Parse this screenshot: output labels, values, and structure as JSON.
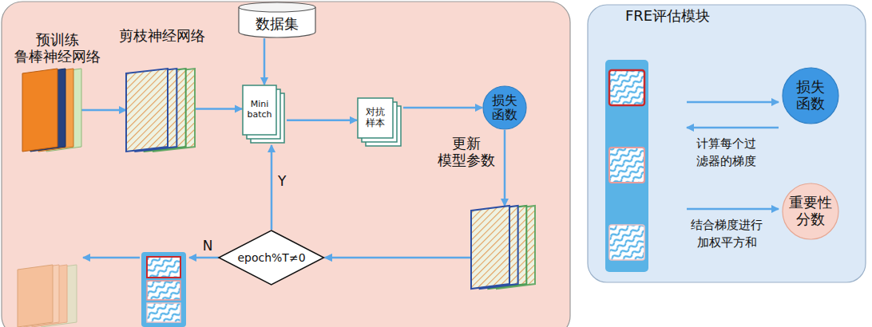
{
  "diagram": {
    "nodes": [
      {
        "text": [
          "预训练 鲁棒神经网络"
        ]
      },
      {
        "text": [
          "剪枝神经网络"
        ]
      },
      {
        "text": [
          "数据集"
        ]
      },
      {
        "text": [
          "Mini batch"
        ]
      },
      {
        "text": [
          "对抗样本"
        ]
      },
      {
        "text": [
          "损失函数"
        ]
      },
      {
        "text": [
          "更新 模型参数"
        ]
      },
      {
        "text": [
          "epoch%T≠0"
        ]
      },
      {
        "text": [
          "FRE评估模块"
        ]
      },
      {
        "text": [
          "损失函数"
        ],
        "in": 8
      },
      {
        "text": [
          "重要性分数"
        ],
        "in": 8
      }
    ],
    "edges": [
      {
        "from": 0,
        "to": 1,
        "arrow": "to"
      },
      {
        "from": 1,
        "to": 3,
        "arrow": "to"
      },
      {
        "from": 2,
        "to": 3,
        "arrow": "to"
      },
      {
        "from": 3,
        "to": 4,
        "arrow": "to"
      },
      {
        "from": 4,
        "to": 5,
        "arrow": "to"
      },
      {
        "from": 5,
        "to": 6,
        "arrow": "to"
      },
      {
        "from": 6,
        "to": 7,
        "arrow": "to"
      },
      {
        "from": 7,
        "to": 3,
        "label": "Y",
        "arrow": "to"
      }
    ],
    "labels": [
      "N",
      "计算每个过滤器的梯度",
      "结合梯度进行加权平方和"
    ]
  }
}
